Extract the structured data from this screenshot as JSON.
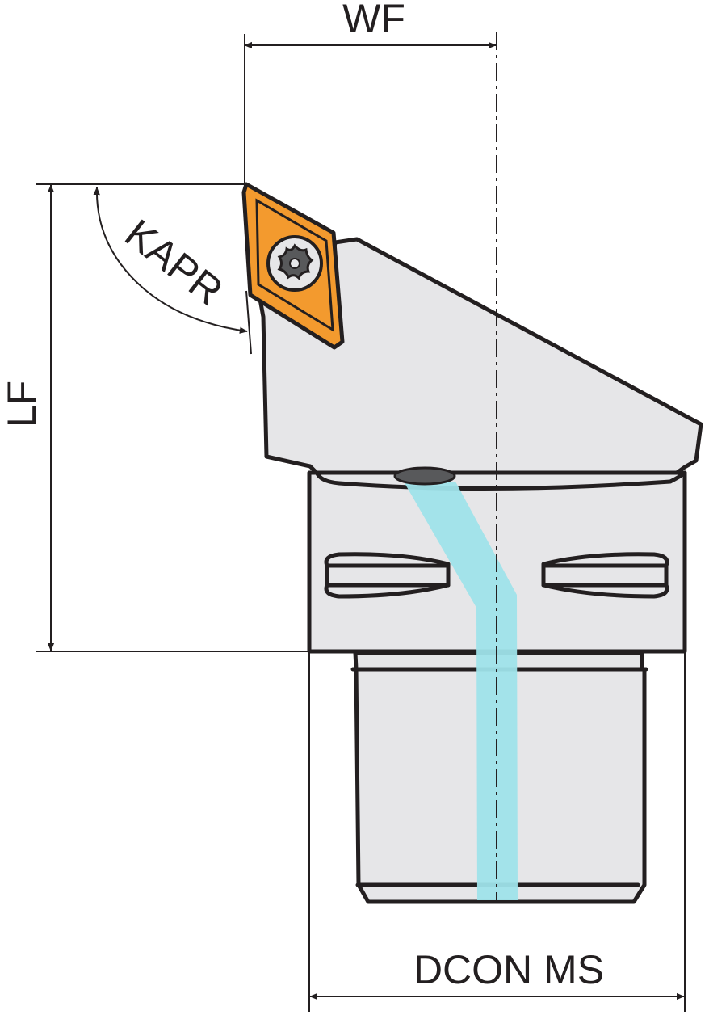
{
  "labels": {
    "wf": "WF",
    "lf": "LF",
    "kapr": "KAPR",
    "dcon_ms": "DCON MS"
  },
  "colors": {
    "body": "#e6e6e8",
    "insert": "#f39a2e",
    "coolant": "#9fe3ea",
    "line": "#231f20",
    "screw_hole": "#58595b"
  },
  "icons": {
    "insert_screw": "torx-screw-icon"
  }
}
